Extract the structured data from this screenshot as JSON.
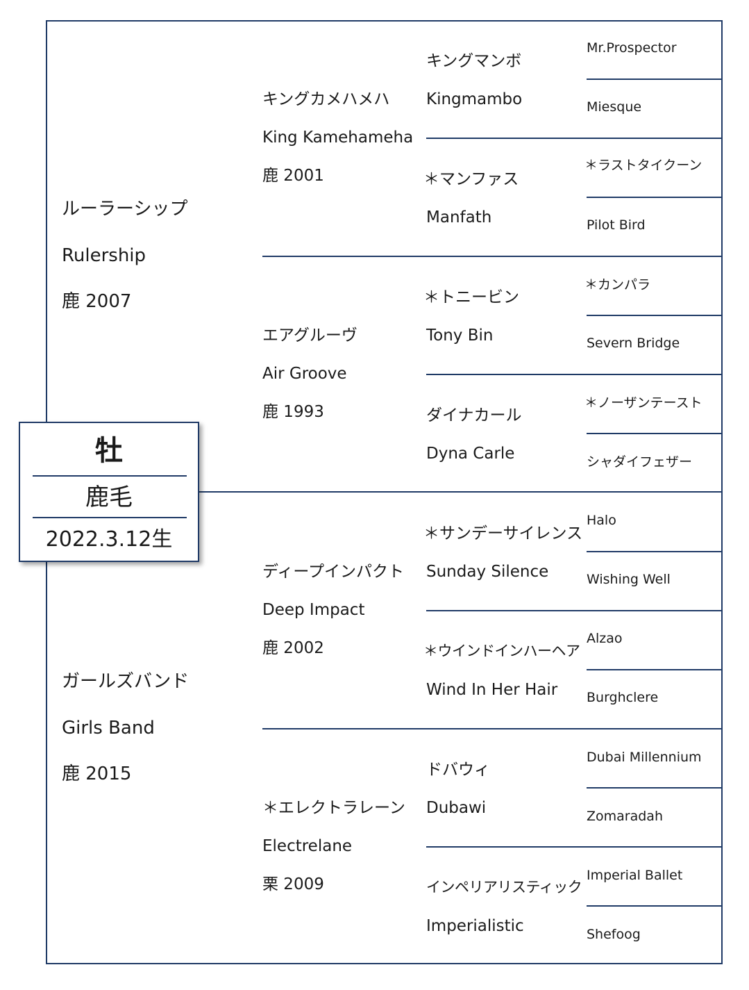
{
  "colors": {
    "line": "#1f3a66",
    "text": "#1a1a1a"
  },
  "subject": {
    "sex": "牡",
    "coat": "鹿毛",
    "birth": "2022.3.12生"
  },
  "sire": {
    "jp": "ルーラーシップ",
    "en": "Rulership",
    "info": "鹿 2007",
    "sire": {
      "jp": "キングカメハメハ",
      "en": "King Kamehameha",
      "info": "鹿 2001",
      "sire": {
        "jp": "キングマンボ",
        "en": "Kingmambo",
        "sire": "Mr.Prospector",
        "dam": "Miesque"
      },
      "dam": {
        "jp": "＊マンファス",
        "en": "Manfath",
        "sire": "＊ラストタイクーン",
        "dam": "Pilot Bird"
      }
    },
    "dam": {
      "jp": "エアグルーヴ",
      "en": "Air Groove",
      "info": "鹿 1993",
      "sire": {
        "jp": "＊トニービン",
        "en": "Tony Bin",
        "sire": "＊カンパラ",
        "dam": "Severn Bridge"
      },
      "dam": {
        "jp": "ダイナカール",
        "en": "Dyna Carle",
        "sire": "＊ノーザンテースト",
        "dam": "シャダイフェザー"
      }
    }
  },
  "dam": {
    "jp": "ガールズバンド",
    "en": "Girls Band",
    "info": "鹿 2015",
    "sire": {
      "jp": "ディープインパクト",
      "en": "Deep Impact",
      "info": "鹿 2002",
      "sire": {
        "jp": "＊サンデーサイレンス",
        "en": "Sunday Silence",
        "sire": "Halo",
        "dam": "Wishing Well"
      },
      "dam": {
        "jp": "＊ウインドインハーヘア",
        "en": "Wind In Her Hair",
        "sire": "Alzao",
        "dam": "Burghclere"
      }
    },
    "dam": {
      "jp": "＊エレクトラレーン",
      "en": "Electrelane",
      "info": "栗 2009",
      "sire": {
        "jp": "ドバウィ",
        "en": "Dubawi",
        "sire": "Dubai Millennium",
        "dam": "Zomaradah"
      },
      "dam": {
        "jp": "インペリアリスティック",
        "en": "Imperialistic",
        "sire": "Imperial Ballet",
        "dam": "Shefoog"
      }
    }
  }
}
